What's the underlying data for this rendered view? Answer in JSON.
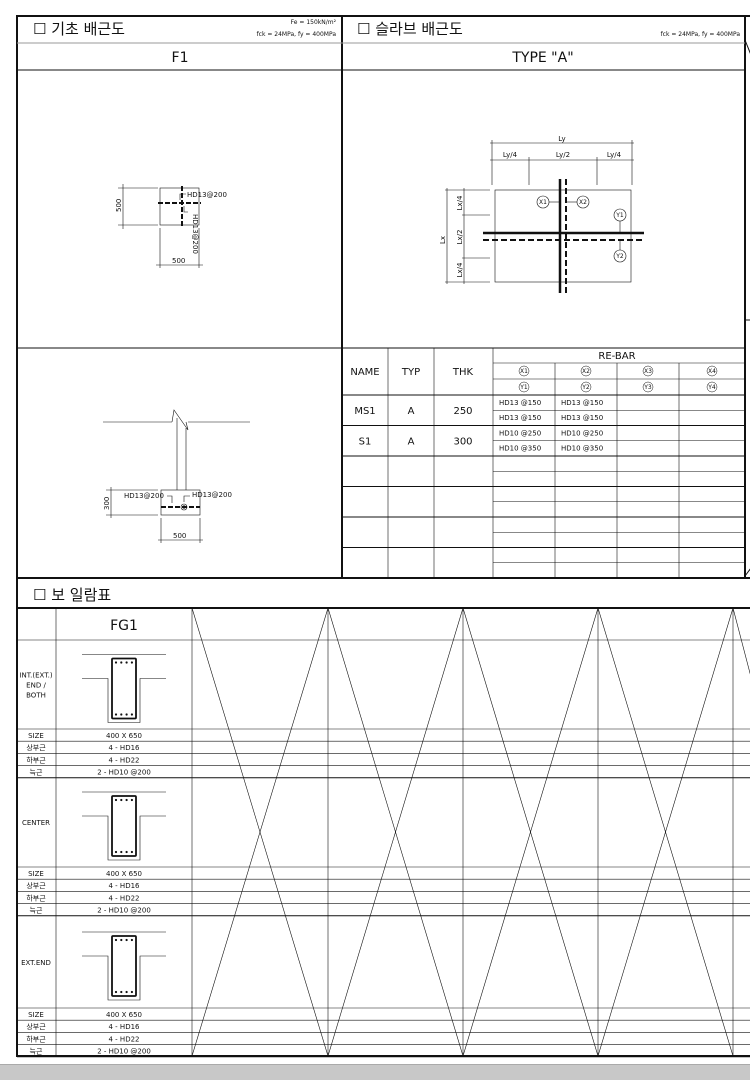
{
  "footing": {
    "title": "☐ 기초 배근도",
    "spec_fe": "Fe = 150kN/m²",
    "spec_mat": "fck = 24MPa, fy = 400MPa",
    "name": "F1",
    "plan": {
      "dim_v": "500",
      "dim_h": "500",
      "rebar_x": "HD13@200",
      "rebar_y": "HD13@200"
    },
    "section": {
      "dim_v": "300",
      "dim_h": "500",
      "rebar_left": "HD13@200",
      "rebar_right": "HD13@200"
    }
  },
  "slab": {
    "title": "☐ 슬라브 배근도",
    "spec_mat": "fck = 24MPa, fy = 400MPa",
    "type": "TYPE \"A\"",
    "diagram": {
      "ly": "Ly",
      "ly4a": "Ly/4",
      "ly2": "Ly/2",
      "ly4b": "Ly/4",
      "lx": "Lx",
      "lx4a": "Lx/4",
      "lx2": "Lx/2",
      "lx4b": "Lx/4",
      "x1": "X1",
      "x2": "X2",
      "y1": "Y1",
      "y2": "Y2"
    },
    "table": {
      "headers": {
        "name": "NAME",
        "typ": "TYP",
        "thk": "THK",
        "rebar": "RE-BAR"
      },
      "x_marks": [
        "X1",
        "X2",
        "X3",
        "X4"
      ],
      "y_marks": [
        "Y1",
        "Y2",
        "Y3",
        "Y4"
      ],
      "rows": [
        {
          "name": "MS1",
          "typ": "A",
          "thk": "250",
          "x": [
            "HD13 @150",
            "HD13 @150"
          ],
          "y": [
            "HD13 @150",
            "HD13 @150"
          ]
        },
        {
          "name": "S1",
          "typ": "A",
          "thk": "300",
          "x": [
            "HD10 @250",
            "HD10 @250"
          ],
          "y": [
            "HD10 @350",
            "HD10 @350"
          ]
        }
      ]
    }
  },
  "beam": {
    "title": "☐ 보 일람표",
    "name": "FG1",
    "sections": [
      {
        "label_lines": [
          "INT.(EXT.)",
          "END /",
          "BOTH"
        ],
        "size": "400 X 650",
        "top": "4 - HD16",
        "bottom": "4 - HD22",
        "stirrup": "2 - HD10 @200"
      },
      {
        "label_lines": [
          "CENTER"
        ],
        "size": "400 X 650",
        "top": "4 - HD16",
        "bottom": "4 - HD22",
        "stirrup": "2 - HD10 @200"
      },
      {
        "label_lines": [
          "EXT.END"
        ],
        "size": "400 X 650",
        "top": "4 - HD16",
        "bottom": "4 - HD22",
        "stirrup": "2 - HD10 @200"
      }
    ],
    "row_labels": {
      "size": "SIZE",
      "top": "상부근",
      "bottom": "하부근",
      "stirrup": "늑근"
    }
  }
}
